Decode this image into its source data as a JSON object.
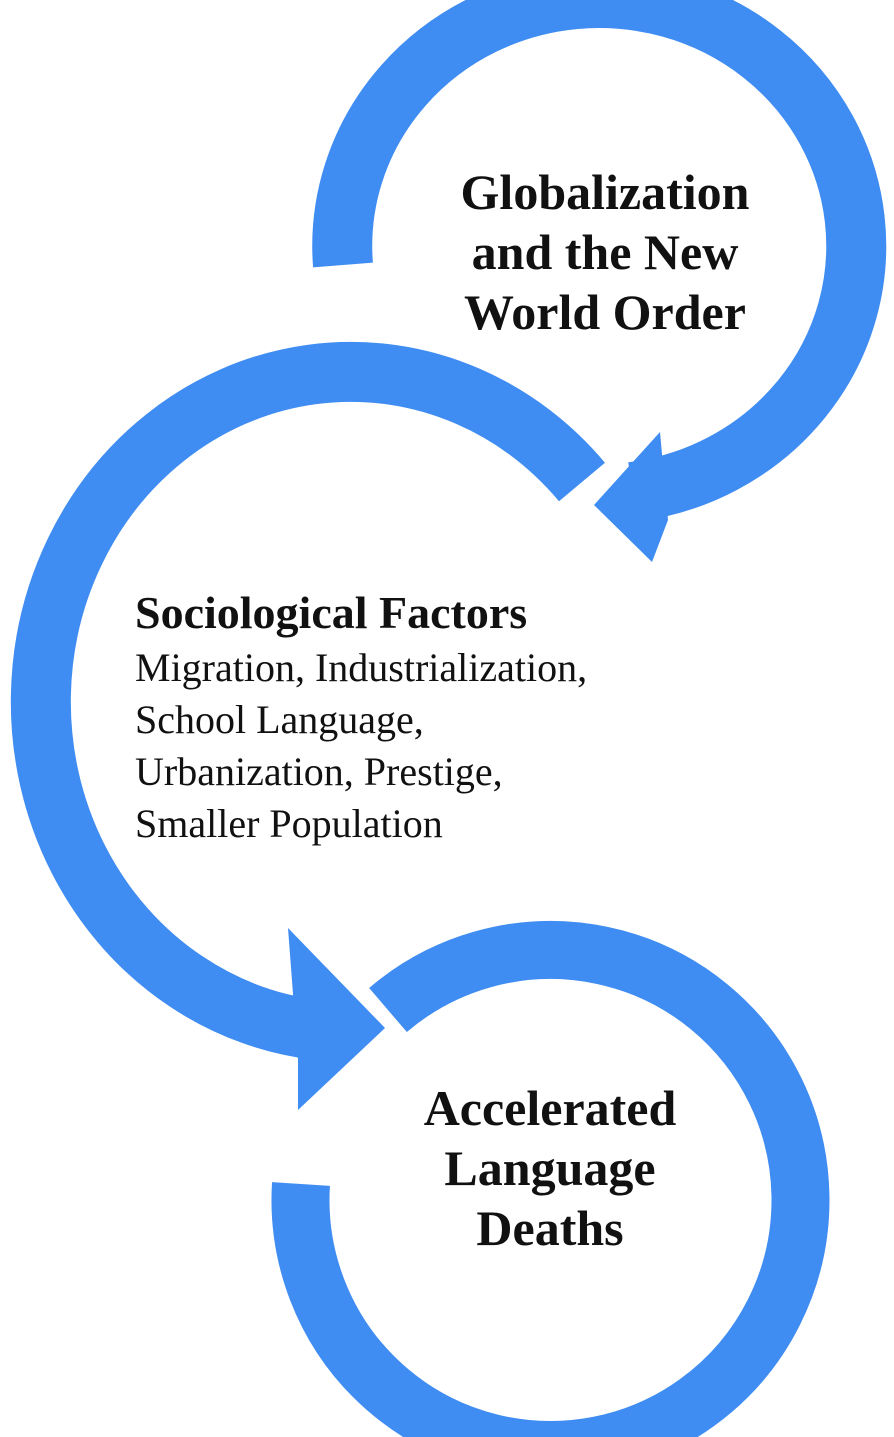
{
  "diagram": {
    "accent_color": "#3f8cf2",
    "nodes": [
      {
        "id": "globalization",
        "title_lines": [
          "Globalization",
          "and the New",
          "World Order"
        ]
      },
      {
        "id": "sociological",
        "title": "Sociological Factors",
        "details": [
          "Migration, Industrialization,",
          "School Language,",
          "Urbanization, Prestige,",
          "Smaller Population"
        ]
      },
      {
        "id": "language-deaths",
        "title_lines": [
          "Accelerated",
          "Language",
          "Deaths"
        ]
      }
    ]
  }
}
